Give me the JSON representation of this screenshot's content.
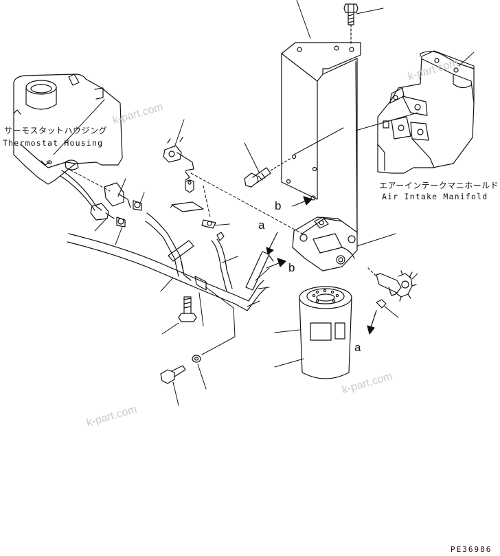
{
  "labels": {
    "thermostat_jp": "サーモスタットハウジング",
    "thermostat_en": "Thermostat Housing",
    "intake_jp": "エアーインテークマニホールド",
    "intake_en": "Air Intake Manifold"
  },
  "markers": {
    "a1": "a",
    "a2": "a",
    "b1": "b",
    "b2": "b"
  },
  "watermark": "k-part.com",
  "drawing_code": "PE36986"
}
